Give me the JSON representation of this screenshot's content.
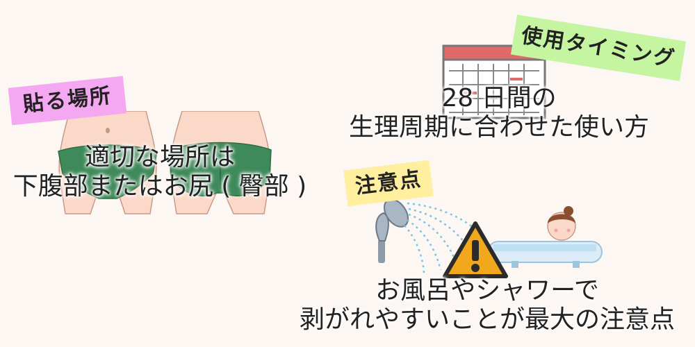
{
  "tags": {
    "place": "貼る場所",
    "timing": "使用タイミング",
    "caution": "注意点"
  },
  "captions": {
    "place_line1": "適切な場所は",
    "place_line2": "下腹部またはお尻 ( 臀部 )",
    "timing_line1": "28 日間の",
    "timing_line2": "生理周期に合わせた使い方",
    "caution_line1": "お風呂やシャワーで",
    "caution_line2": "剥がれやすいことが最大の注意点"
  },
  "icons": {
    "body_front": "lower-abdomen-icon",
    "body_back": "buttocks-icon",
    "calendar": "calendar-icon",
    "shower": "shower-head-icon",
    "warning": "warning-icon",
    "bath": "bathtub-icon"
  },
  "colors": {
    "background": "#fdf7f4",
    "tag_place": "#f4a8f2",
    "tag_timing": "#c6f5a2",
    "tag_caution": "#ffef9e",
    "underwear": "#3e8a5a",
    "skin": "#fbd9c8",
    "warning": "#f2a81d",
    "water": "#7ec3e6"
  }
}
